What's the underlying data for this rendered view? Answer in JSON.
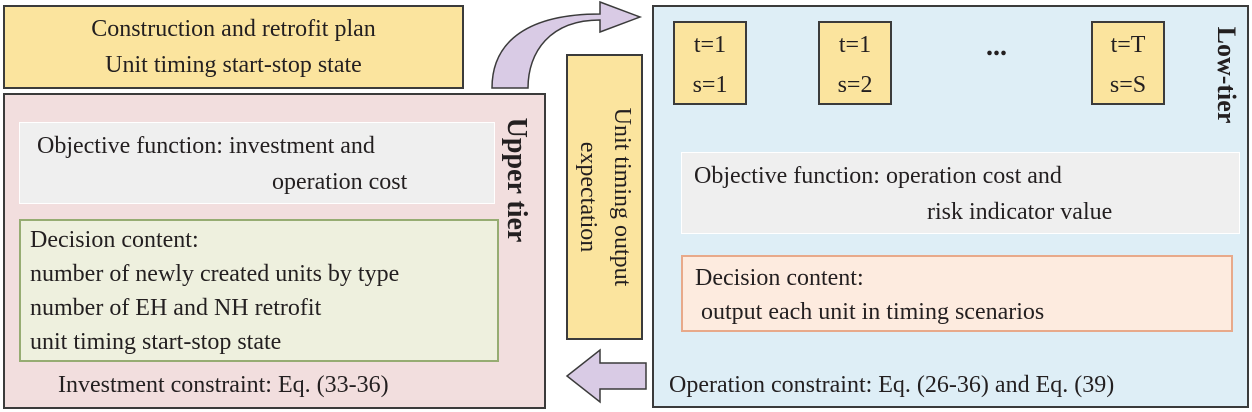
{
  "plan_box": {
    "line1": "Construction and retrofit plan",
    "line2": "Unit timing start-stop state"
  },
  "upper_tier": {
    "title": "Upper tier",
    "objective": {
      "line1": "Objective function: investment and",
      "line2": "operation cost"
    },
    "decision": {
      "heading": "Decision content:",
      "items": [
        "number of newly created units by type",
        "number of EH and NH retrofit",
        "unit timing start-stop state"
      ]
    },
    "constraint": "Investment constraint: Eq. (33-36)"
  },
  "expectation_box": {
    "line1": "Unit timing output",
    "line2": "expectation"
  },
  "low_tier": {
    "title": "Low-tier",
    "scenarios": [
      {
        "t": "t=1",
        "s": "s=1"
      },
      {
        "t": "t=1",
        "s": "s=2"
      },
      {
        "t": "t=T",
        "s": "s=S"
      }
    ],
    "ellipsis": "...",
    "objective": {
      "line1": "Objective function: operation cost and",
      "line2": "risk indicator value"
    },
    "decision": {
      "heading": "Decision content:",
      "item": "output each unit in timing scenarios"
    },
    "constraint": "Operation constraint: Eq. (26-36) and Eq. (39)"
  },
  "colors": {
    "yellow_box": "#fbe49e",
    "upper_panel": "#f2dede",
    "low_panel": "#deeef6",
    "arrow": "#d9cbe5",
    "upper_decision_border": "#96ac72",
    "low_decision_border": "#e8a98a"
  }
}
